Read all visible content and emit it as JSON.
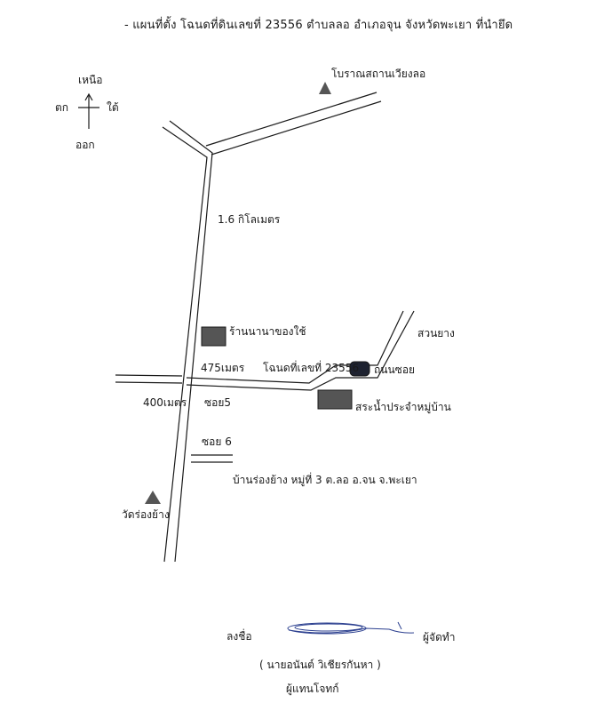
{
  "header": {
    "title": "- แผนที่ตั้ง โฉนดที่ดินเลขที่ 23556 ตำบลลอ อำเภอจุน จังหวัดพะเยา ที่นำยึด"
  },
  "compass": {
    "north": "เหนือ",
    "west": "ตก",
    "east": "ใต้",
    "south": "ออก"
  },
  "map": {
    "landmarks": {
      "wiang_lo": "โบราณสถานเวียงลอ",
      "wat_rong_yang": "วัดร่องย้าง"
    },
    "places": {
      "shop": "ร้านนานาของใช้",
      "parcel": "โฉนดที่เลขที่ 23556",
      "water_supply": "สระน้ำประจำหมู่บ้าน",
      "village": "บ้านร่องย้าง หมู่ที่ 3 ต.ลอ อ.จน จ.พะเยา"
    },
    "roads": {
      "rubber": "สวนยาง",
      "soi_road": "ถนนซอย",
      "soi5": "ซอย5",
      "soi6": "ซอย 6"
    },
    "distances": {
      "km_1_6": "1.6 กิโลเมตร",
      "m_475": "475เมตร",
      "m_400": "400เมตร"
    },
    "colors": {
      "ink": "#1a1a1a",
      "fill_dark": "#555555",
      "parcel_fill": "#1e2230"
    }
  },
  "signature": {
    "sign_label": "ลงชื่อ",
    "role": "ผู้จัดทำ",
    "name": "( นายอนันต์ วิเชียรกันหา )",
    "position": "ผู้แทนโจทก์"
  }
}
